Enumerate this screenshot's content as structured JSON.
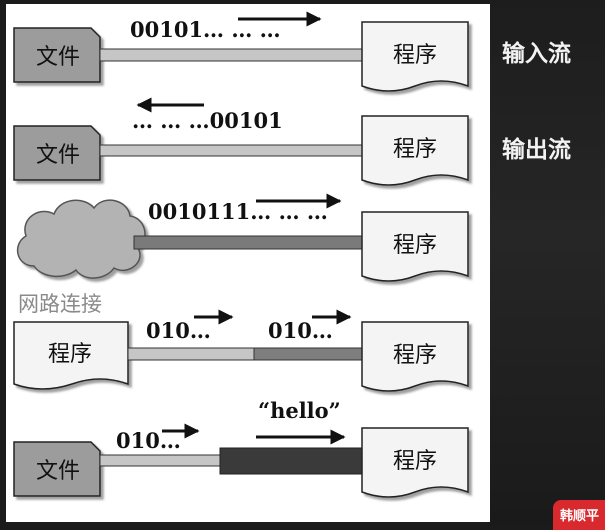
{
  "side_labels": {
    "input_stream": "输入流",
    "output_stream": "输出流"
  },
  "rows": [
    {
      "left": "文件",
      "right": "程序",
      "bits": "00101… … …"
    },
    {
      "left": "文件",
      "right": "程序",
      "bits": "… … …00101"
    },
    {
      "left": "网路连接",
      "right": "程序",
      "bits": "0010111… … …"
    },
    {
      "left": "程序",
      "right": "程序",
      "bits_a": "010…",
      "bits_b": "010…"
    },
    {
      "left": "文件",
      "right": "程序",
      "bits_a": "010…",
      "bits_b": "“hello”"
    }
  ],
  "watermark": "韩顺平"
}
